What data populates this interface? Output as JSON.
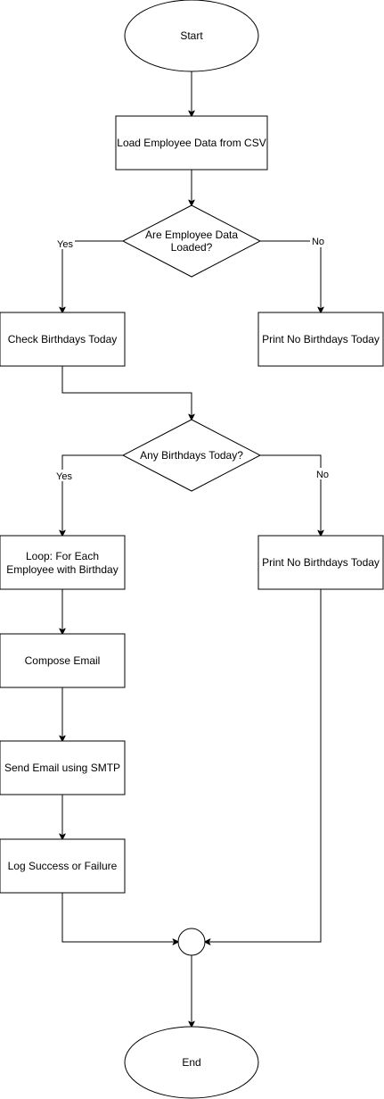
{
  "nodes": {
    "start": "Start",
    "load_csv": "Load Employee Data from CSV",
    "data_loaded_line1": "Are Employee Data",
    "data_loaded_line2": "Loaded?",
    "check_birthdays": "Check Birthdays Today",
    "print_no_birthdays_1": "Print No Birthdays Today",
    "any_birthdays": "Any Birthdays Today?",
    "loop_line1": "Loop: For Each",
    "loop_line2": "Employee with Birthday",
    "print_no_birthdays_2": "Print No Birthdays Today",
    "compose_email": "Compose Email",
    "send_email": "Send Email using SMTP",
    "log_result": "Log Success or Failure",
    "end": "End"
  },
  "edge_labels": {
    "loaded_yes": "Yes",
    "loaded_no": "No",
    "any_yes": "Yes",
    "any_no": "No"
  }
}
